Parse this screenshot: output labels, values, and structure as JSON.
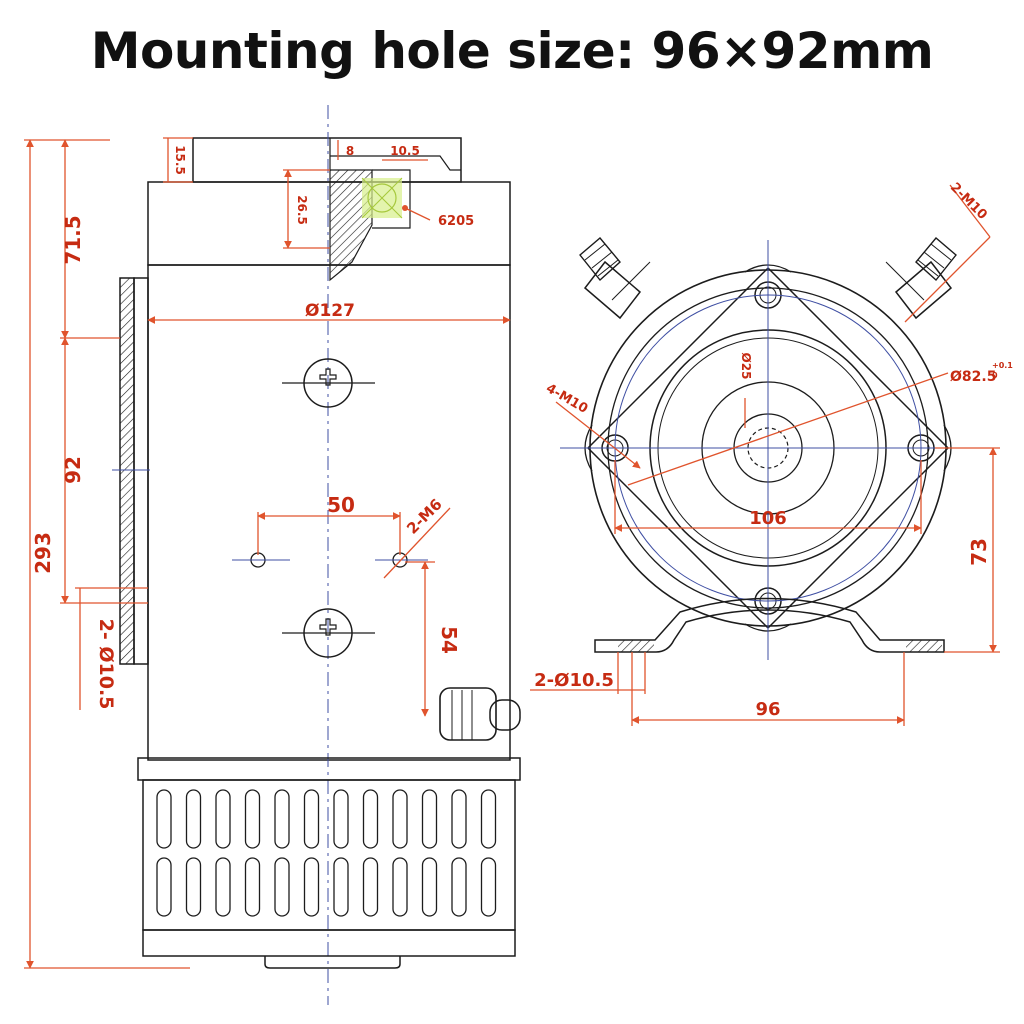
{
  "title": "Mounting hole size: 96×92mm",
  "colors": {
    "dimension": "#c62b12",
    "outline": "#1c1c1c",
    "centerline": "#3f4fa3",
    "bearing": "#d7f08a"
  },
  "side_view": {
    "dim_total_height": "293",
    "dim_top_section": "71.5",
    "dim_bracket_holes": "92",
    "dim_bracket_hole_size": "2- Ø10.5",
    "dim_cap_height": "15.5",
    "dim_bearing_depth": "26.5",
    "dim_shaft_step_1": "8",
    "dim_shaft_step_2": "10.5",
    "bearing_label": "6205",
    "dim_diameter": "Ø127",
    "dim_hole_spacing": "50",
    "hole_label": "2-M6",
    "dim_hole_offset": "54"
  },
  "end_view": {
    "stud_label": "2-M10",
    "flange_holes_label": "4-M10",
    "shaft_diameter": "Ø25",
    "pcd_label": "Ø82.5",
    "pcd_tol_upper": "+0.1",
    "pcd_tol_lower": "0",
    "dim_horizontal": "106",
    "dim_vertical": "73",
    "foot_hole_label": "2-Ø10.5",
    "dim_foot_span": "96"
  }
}
